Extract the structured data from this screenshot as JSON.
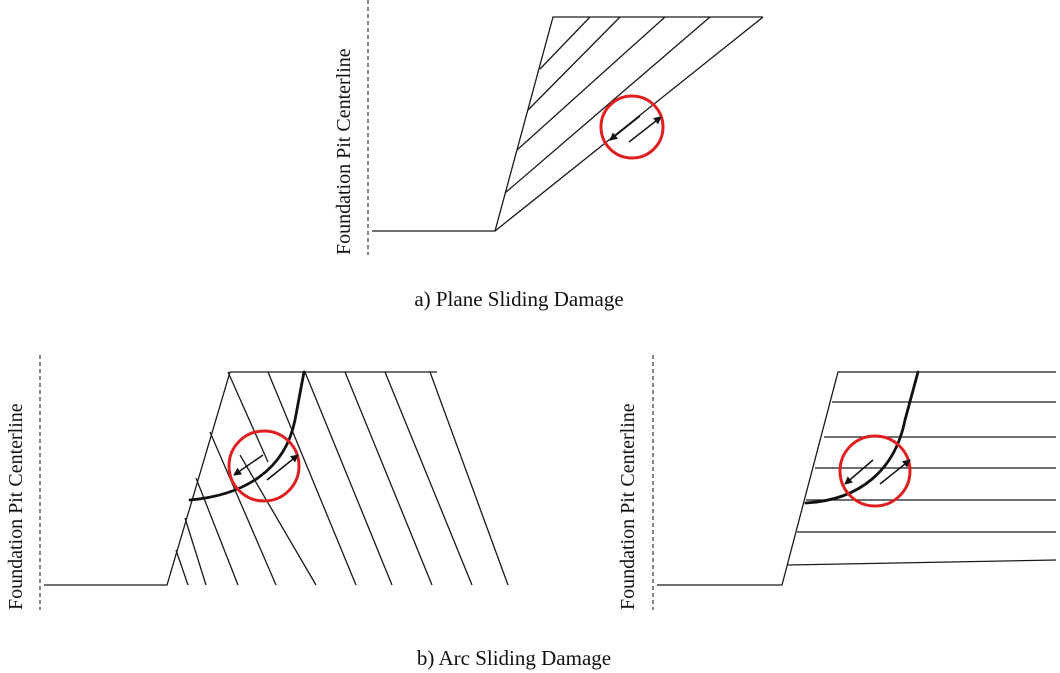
{
  "captions": {
    "plane": "a) Plane Sliding Damage",
    "arc": "b) Arc Sliding Damage"
  },
  "centerline_label": "Foundation Pit Centerline",
  "colors": {
    "highlight_circle": "#e02020",
    "line": "#1a1a1a"
  }
}
